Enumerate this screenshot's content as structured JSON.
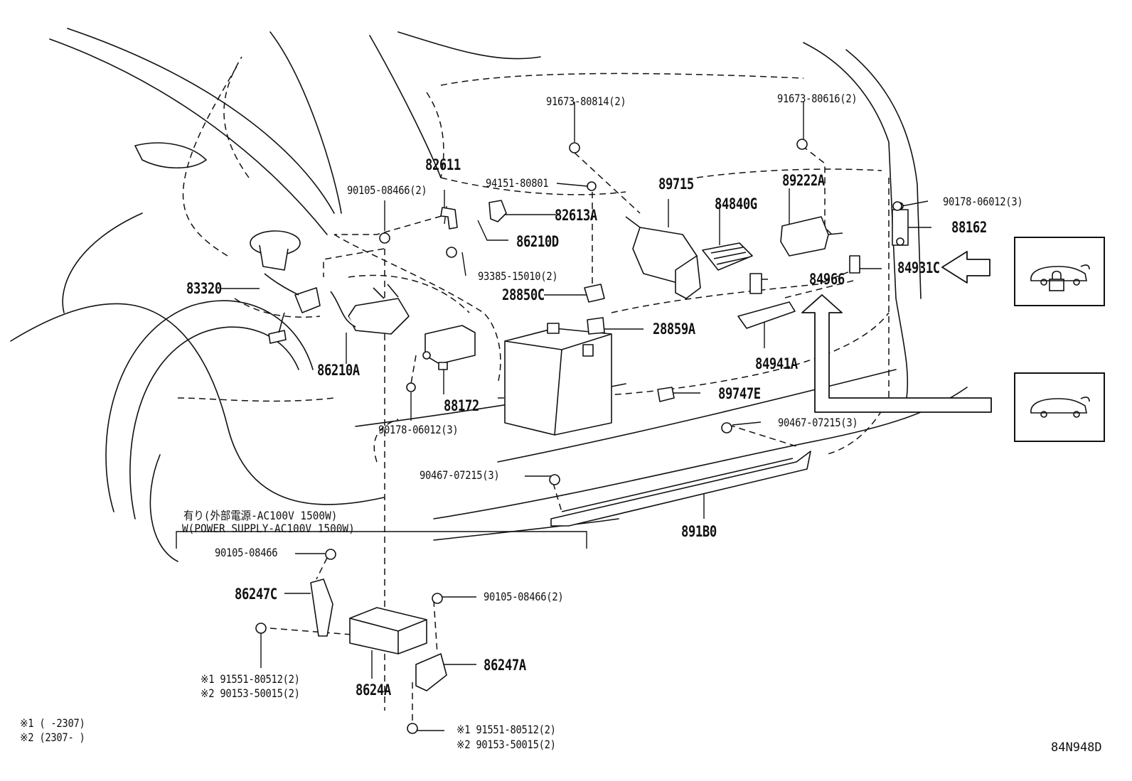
{
  "diagram": {
    "labels": {
      "p82611": "82611",
      "p90105_top": "90105-08466(2)",
      "p94151": "94151-80801",
      "p82613A": "82613A",
      "p86210D": "86210D",
      "p93385": "93385-15010(2)",
      "p28850C": "28850C",
      "p28859A": "28859A",
      "p91673_a": "91673-80814(2)",
      "p89715": "89715",
      "p84840G": "84840G",
      "p89222A": "89222A",
      "p91673_b": "91673-80616(2)",
      "p90178_right": "90178-06012(3)",
      "p88162": "88162",
      "p84931C": "84931C",
      "p84966": "84966",
      "p84941A": "84941A",
      "p89747E": "89747E",
      "p90467_right": "90467-07215(3)",
      "p83320": "83320",
      "p86210A": "86210A",
      "p88172": "88172",
      "p90178_left": "90178-06012(3)",
      "p90467_left": "90467-07215(3)",
      "p891B0": "891B0",
      "p90105_low1": "90105-08466",
      "p86247C": "86247C",
      "p90105_low2": "90105-08466(2)",
      "p86247A": "86247A",
      "p8624A": "8624A",
      "p91551_a": "※1 91551-80512(2)",
      "p90153_a": "※2 90153-50015(2)",
      "p91551_b": "※1 91551-80512(2)",
      "p90153_b": "※2 90153-50015(2)"
    },
    "condition_note_jp": "有り(外部電源-AC100V 1500W)",
    "condition_note_en": "W(POWER SUPPLY-AC100V 1500W)",
    "footnote_1": "※1 (      -2307)",
    "footnote_2": "※2 (2307-      )",
    "drawing_reference": "84N948D"
  },
  "icons": [
    "vehicle-lock-inset-icon",
    "vehicle-rear-inset-icon",
    "left-arrow-icon",
    "up-arrow-icon"
  ],
  "colors": {
    "ink": "#111111",
    "paper": "#ffffff"
  }
}
